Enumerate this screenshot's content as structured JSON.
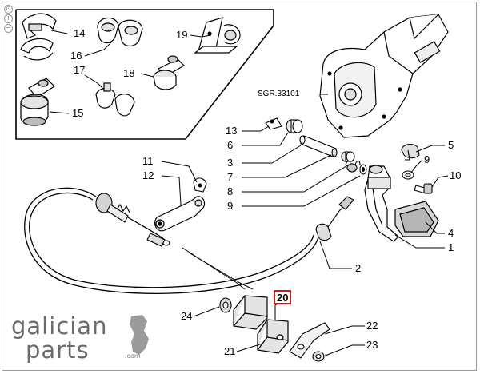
{
  "diagram": {
    "reference_code": "SGR.33101",
    "highlighted_callout": "20",
    "callouts": [
      "14",
      "16",
      "19",
      "17",
      "18",
      "15",
      "13",
      "6",
      "3",
      "7",
      "8",
      "9",
      "5",
      "9",
      "10",
      "4",
      "1",
      "11",
      "12",
      "2",
      "20",
      "24",
      "21",
      "22",
      "23"
    ]
  },
  "logo": {
    "word_top": "galician",
    "word_bottom": "parts",
    "suffix": ".com"
  },
  "viewer": {
    "zoom_tools": [
      "⊙",
      "+",
      "−"
    ]
  }
}
